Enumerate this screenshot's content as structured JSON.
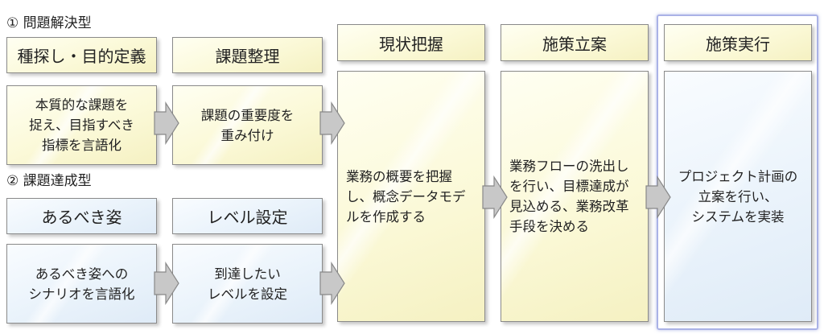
{
  "section1": {
    "title": "① 問題解決型"
  },
  "section2": {
    "title": "② 課題達成型"
  },
  "phases": [
    {
      "header": "現状把握",
      "body": "業務の概要を把握\nし、概念データモデ\nルを作成する"
    },
    {
      "header": "施策立案",
      "body": "業務フローの洗出し\nを行い、目標達成が\n見込める、業務改革\n手段を決める"
    },
    {
      "header": "施策実行",
      "body": "プロジェクト計画の\n立案を行い、\nシステムを実装"
    }
  ],
  "row1": [
    {
      "header": "種探し・目的定義",
      "body": "本質的な課題を\n捉え、目指すべき\n指標を言語化"
    },
    {
      "header": "課題整理",
      "body": "課題の重要度を\n重み付け"
    }
  ],
  "row2": [
    {
      "header": "あるべき姿",
      "body": "あるべき姿への\nシナリオを言語化"
    },
    {
      "header": "レベル設定",
      "body": "到達したい\nレベルを設定"
    }
  ],
  "colors": {
    "yellow_fill": "#fbf9d8",
    "blue_fill": "#eaf3fb",
    "arrow_fill": "#c8c8c8",
    "highlight_border": "#aab2e6"
  }
}
